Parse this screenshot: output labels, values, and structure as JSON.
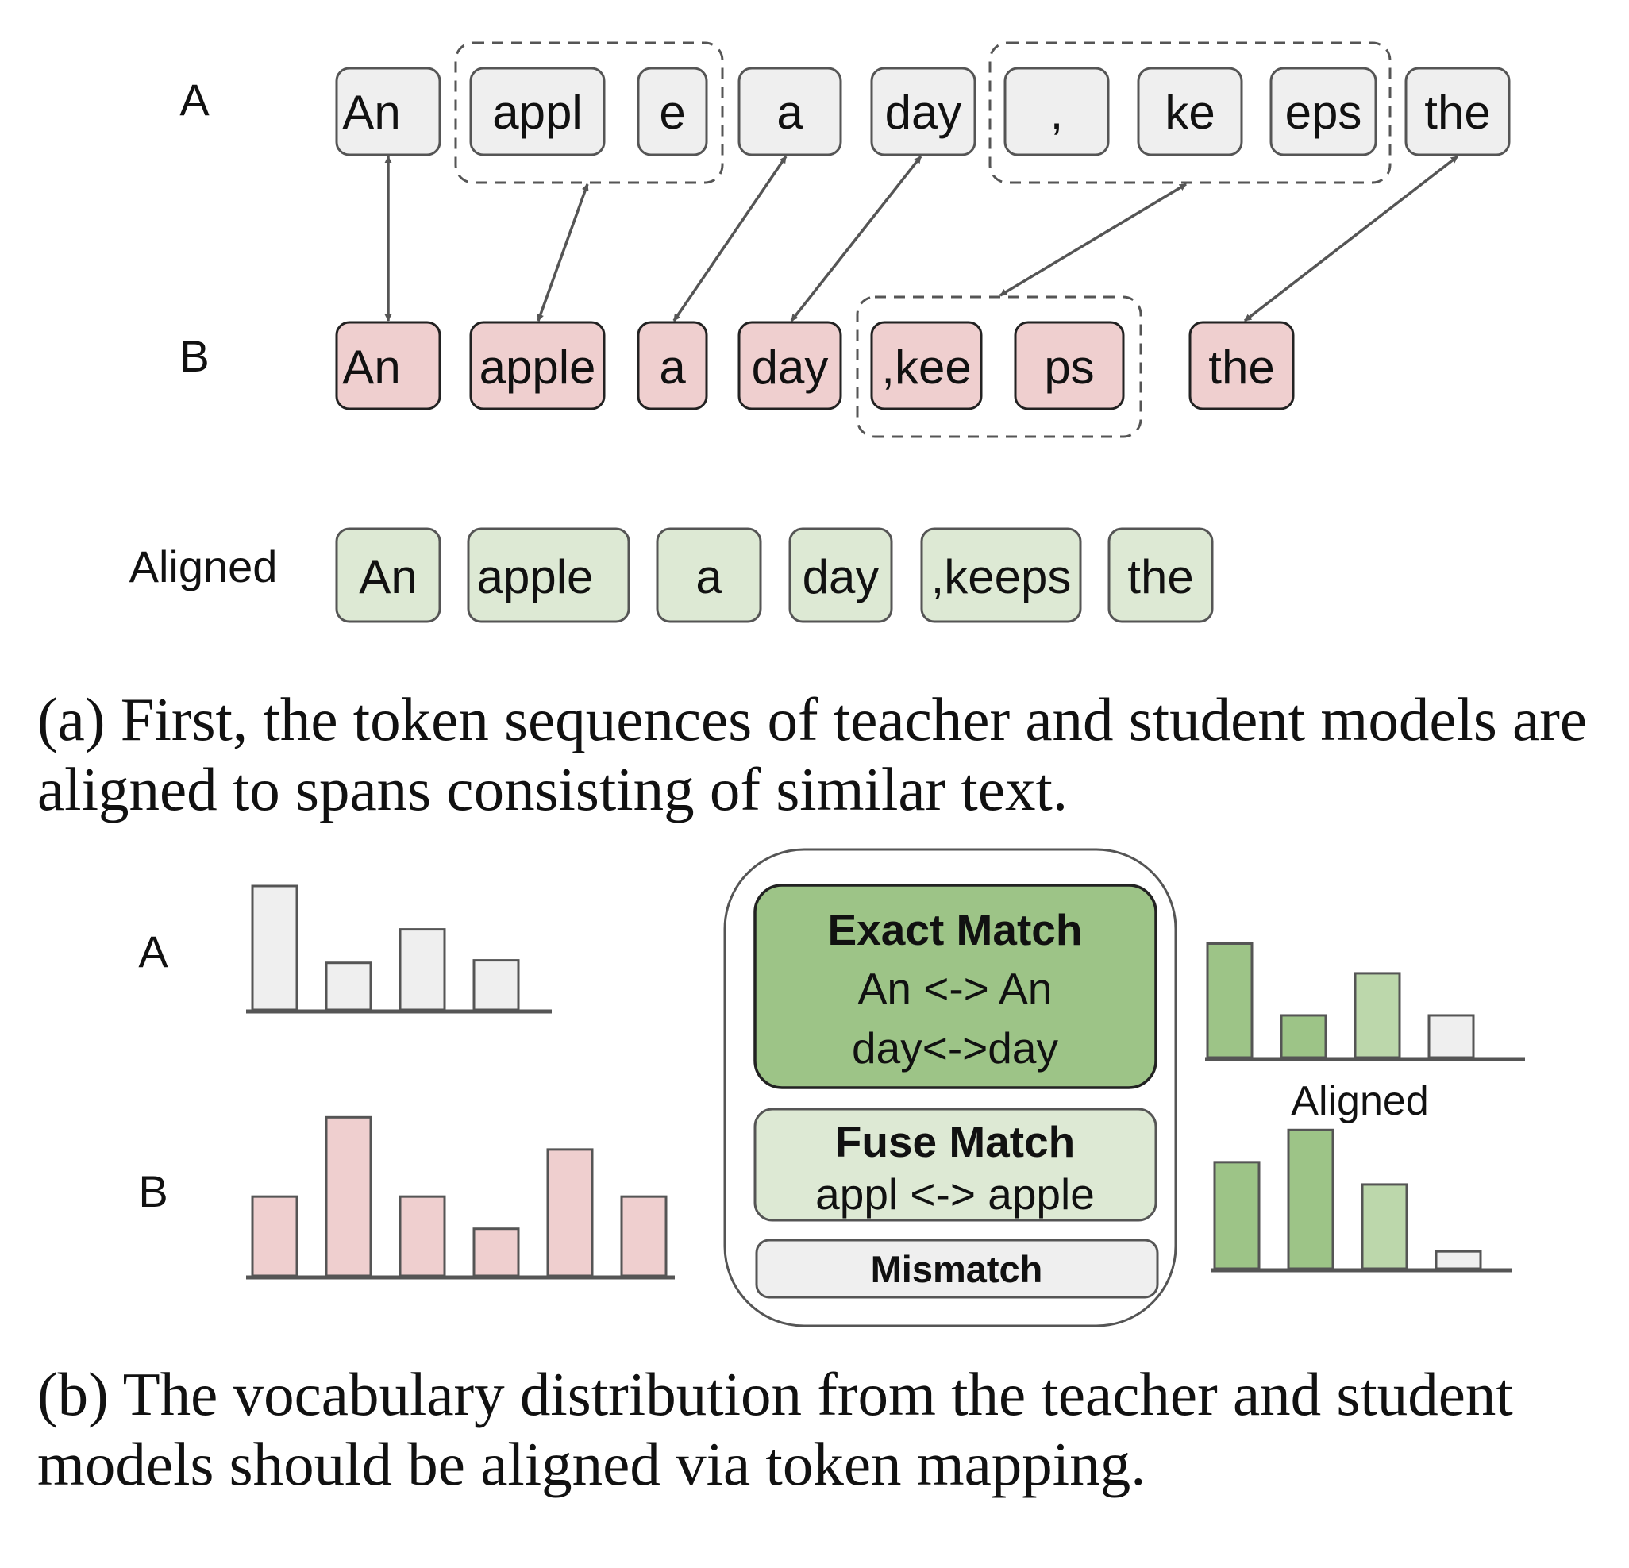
{
  "panel_a": {
    "row_labels": {
      "a": "A",
      "b": "B",
      "aligned": "Aligned"
    },
    "tokens_a": [
      "An",
      "appl",
      "e",
      "a",
      "day",
      ",",
      "ke",
      "eps",
      "the"
    ],
    "tokens_b": [
      "An",
      "apple",
      "a",
      "day",
      ",kee",
      "ps",
      "the"
    ],
    "tokens_aligned": [
      "An",
      "apple",
      "a",
      "day",
      ",keeps",
      "the"
    ],
    "caption": "(a) First, the token sequences of teacher and student models are aligned to spans consisting of similar text."
  },
  "panel_b": {
    "row_labels": {
      "a": "A",
      "b": "B"
    },
    "dist_a": [
      1.0,
      0.38,
      0.65,
      0.4
    ],
    "dist_b": [
      0.64,
      1.28,
      0.64,
      0.38,
      1.02,
      0.64
    ],
    "aligned_label": "Aligned",
    "aligned_top": [
      0.92,
      0.34,
      0.68,
      0.34
    ],
    "aligned_bottom": [
      0.86,
      1.12,
      0.68,
      0.14
    ],
    "match_box": {
      "exact_title": "Exact Match",
      "exact_line1": "An <-> An",
      "exact_line2": "day<->day",
      "fuse_title": "Fuse Match",
      "fuse_line1": "appl <-> apple",
      "mismatch_title": "Mismatch"
    },
    "caption": "(b) The vocabulary distribution from the teacher and student models should be aligned via token mapping."
  },
  "colors": {
    "gray_fill": "#efefef",
    "pink_fill": "#efcfcf",
    "green_light_fill": "#dde9d4",
    "green_dark_fill": "#9dc487",
    "green_mid_fill": "#bcd7ab",
    "stroke": "#555555",
    "dark_stroke": "#222222"
  }
}
